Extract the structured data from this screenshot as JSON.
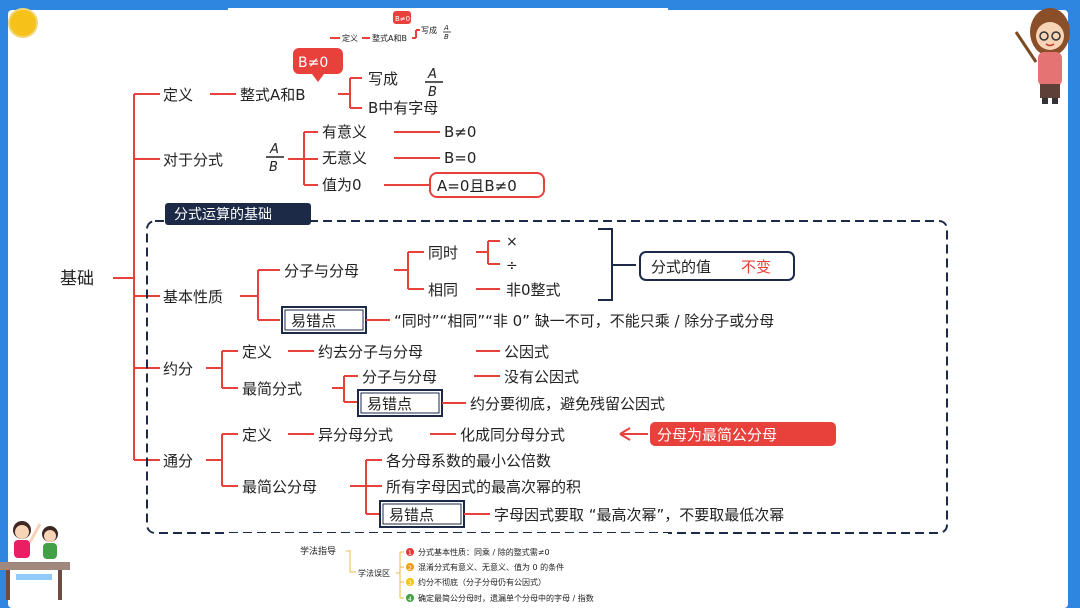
{
  "top_mini": {
    "def": "定义",
    "zs": "整式A和B",
    "bne": "B≠0",
    "xc": "写成",
    "frac_num": "A",
    "frac_den": "B"
  },
  "root": "基础",
  "dy": {
    "label": "定义",
    "zs": "整式A和B",
    "bne": "B≠0",
    "xc": "写成",
    "frac_num": "A",
    "frac_den": "B",
    "bzy": "B中有字母"
  },
  "dyfs": {
    "label": "对于分式",
    "frac_num": "A",
    "frac_den": "B",
    "yyy": "有意义",
    "yyy_c": "B≠0",
    "wyy": "无意义",
    "wyy_c": "B=0",
    "zw0": "值为0",
    "zw0_c": "A=0且B≠0"
  },
  "section_tag": "分式运算的基础",
  "jbxz": {
    "label": "基本性质",
    "fzyfm": "分子与分母",
    "ts": "同时",
    "mul": "×",
    "div": "÷",
    "xt": "相同",
    "f0": "非0整式",
    "result_a": "分式的值",
    "result_b": "不变",
    "ycd": "易错点",
    "ycd_text": "“同时”“相同”“非 0” 缺一不可，不能只乘 / 除分子或分母"
  },
  "yf": {
    "label": "约分",
    "dy": "定义",
    "def_text": "约去分子与分母",
    "ggs": "公因式",
    "zjfs": "最简分式",
    "fzyfm": "分子与分母",
    "mygys": "没有公因式",
    "ycd": "易错点",
    "ycd_text": "约分要彻底，避免残留公因式"
  },
  "tf": {
    "label": "通分",
    "dy": "定义",
    "yfmfs": "异分母分式",
    "hcfs": "化成同分母分式",
    "hl": "分母为最简公分母",
    "zjgfm": "最简公分母",
    "i1": "各分母系数的最小公倍数",
    "i2": "所有字母因式的最高次幂的积",
    "ycd": "易错点",
    "ycd_text": "字母因式要取 “最高次幂”，不要取最低次幂"
  },
  "bottom": {
    "xfzd": "学法指导",
    "xfwq": "学法误区",
    "items": [
      "分式基本性质：同乘 / 除的整式需≠0",
      "混淆分式有意义、无意义、值为 0 的条件",
      "约分不彻底（分子分母仍有公因式）",
      "确定最简公分母时，遗漏单个分母中的字母 / 指数"
    ],
    "badge_colors": [
      "#e53935",
      "#f39c12",
      "#f1c40f",
      "#43a047"
    ]
  },
  "colors": {
    "red": "#e8413c",
    "dark": "#1c2a48",
    "text": "#222222"
  }
}
